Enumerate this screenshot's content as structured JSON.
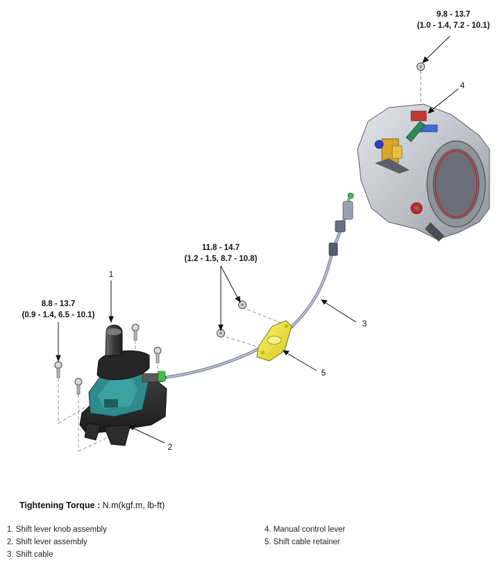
{
  "torque_specs": [
    {
      "callout": "transmission-bolt",
      "line1": "9.8  - 13.7",
      "line2": "(1.0 - 1.4, 7.2 - 10.1)"
    },
    {
      "callout": "retainer-bolts",
      "line1": "11.8 - 14.7",
      "line2": "(1.2 - 1.5, 8.7 - 10.8)"
    },
    {
      "callout": "lever-bolts",
      "line1": "8.8 - 13.7",
      "line2": "(0.9 - 1.4, 6.5 - 10.1)"
    }
  ],
  "callout_numbers": [
    "1",
    "2",
    "3",
    "4",
    "5"
  ],
  "legend": {
    "title_bold": "Tightening Torque :",
    "title_rest": " N.m(kgf.m, lb-ft)",
    "items": [
      "1. Shift lever knob assembly",
      "2. Shift lever assembly",
      "3. Shift cable",
      "4. Manual control lever",
      "5. Shift cable retainer"
    ]
  },
  "colors": {
    "cable": "#8a8fa6",
    "bracket": "#e8e23a",
    "lever_base": "#2f8a8a",
    "transmission_case": "#c7c9cf",
    "seal_ring": "#cc2222"
  }
}
